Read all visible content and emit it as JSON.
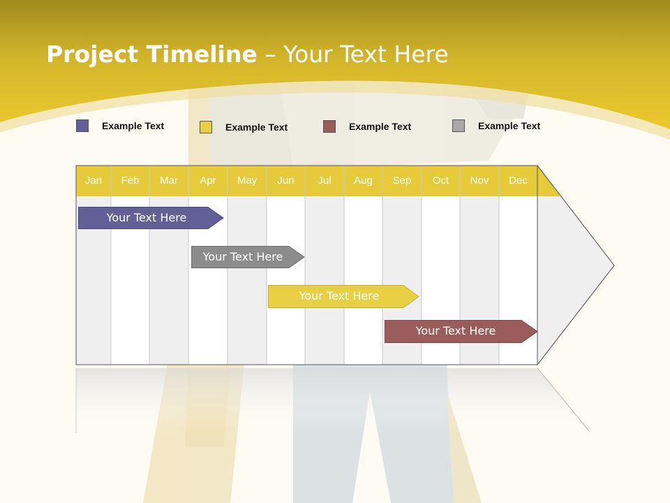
{
  "title": {
    "bold": "Project Timeline",
    "rest": " – Your Text Here"
  },
  "legend": [
    {
      "label": "Example Text",
      "color": "#636098"
    },
    {
      "label": "Example Text",
      "color": "#e8cf44"
    },
    {
      "label": "Example Text",
      "color": "#9b5c5c"
    },
    {
      "label": "Example Text",
      "color": "#a8a8a8"
    }
  ],
  "months": [
    "Jan",
    "Feb",
    "Mar",
    "Apr",
    "May",
    "Jun",
    "Jul",
    "Aug",
    "Sep",
    "Oct",
    "Nov",
    "Dec"
  ],
  "tasks": [
    {
      "label": "Your  Text Here",
      "color": "#636098",
      "text_color": "#ffffff"
    },
    {
      "label": "Your  Text Here",
      "color": "#8c8c8c",
      "text_color": "#ffffff"
    },
    {
      "label": "Your  Text Here",
      "color": "#e8cf44",
      "text_color": "#ffffff"
    },
    {
      "label": "Your  Text Here",
      "color": "#9b5c5c",
      "text_color": "#ffffff"
    }
  ],
  "colors": {
    "header": "#e5c42f",
    "header_dark": "#a08b1e",
    "month_bar": "#e6ca3a"
  }
}
